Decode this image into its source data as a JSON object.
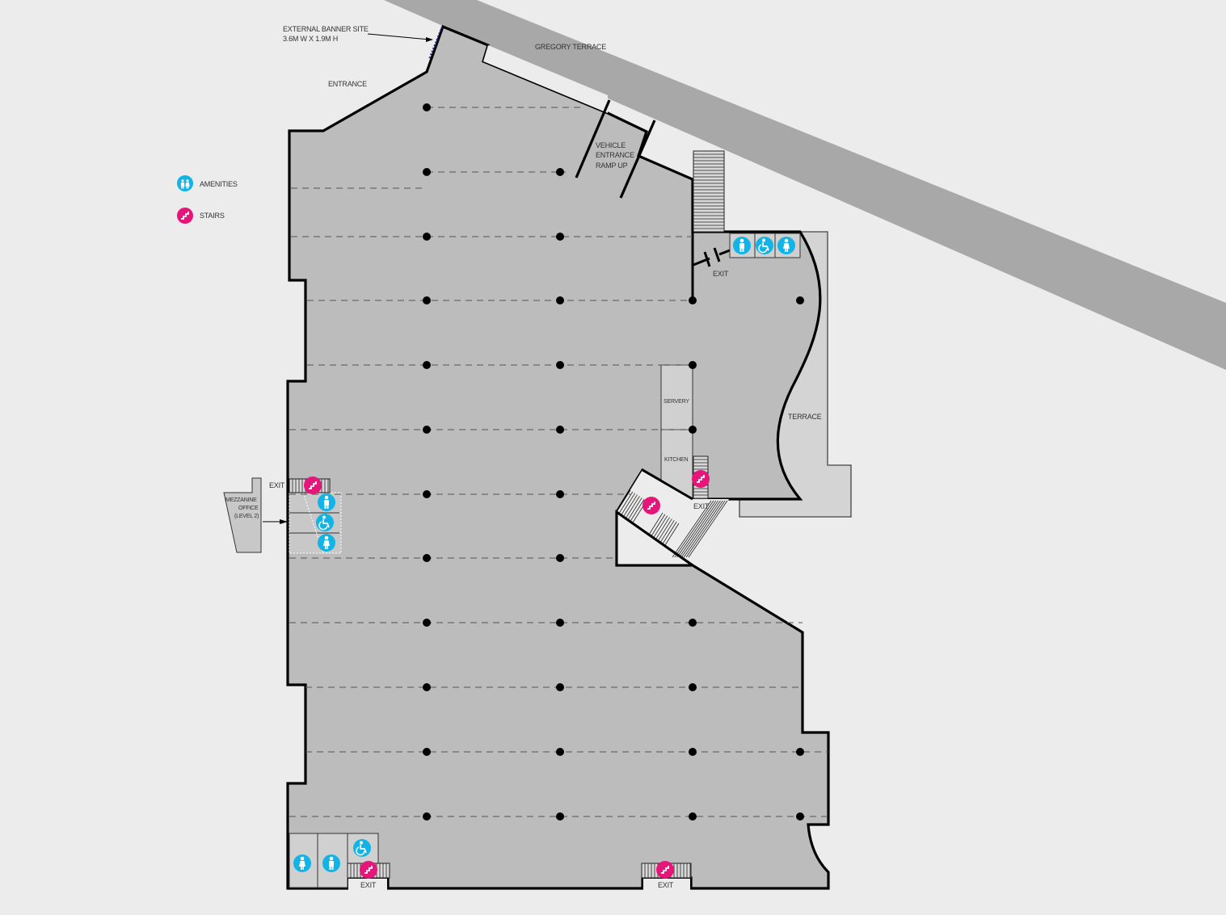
{
  "labels": {
    "banner_line1": "EXTERNAL BANNER SITE",
    "banner_line2": "3.6M W X 1.9M H",
    "entrance": "ENTRANCE",
    "street": "GREGORY TERRACE",
    "ramp_line1": "VEHICLE",
    "ramp_line2": "ENTRANCE",
    "ramp_line3": "RAMP UP",
    "exit_top": "EXIT",
    "servery": "SERVERY",
    "kitchen": "KITCHEN",
    "terrace": "TERRACE",
    "exit_stairs": "EXIT",
    "exit_left": "EXIT",
    "mezz_line1": "MEZZANINE",
    "mezz_line2": "OFFICE",
    "mezz_line3": "(LEVEL 2)",
    "exit_bottom_left": "EXIT",
    "exit_bottom_mid": "EXIT"
  },
  "legend": [
    {
      "label": "AMENITIES",
      "icon": "amenities-icon",
      "color": "#12b4e8"
    },
    {
      "label": "STAIRS",
      "icon": "stairs-icon",
      "color": "#e5157a"
    }
  ],
  "colors": {
    "background": "#ececec",
    "floor": "#bcbcbc",
    "road": "#a8a8a8",
    "terrace": "#d4d4d4",
    "amenity": "#12b4e8",
    "stairs": "#e5157a",
    "banner": "#2a2a9a"
  }
}
